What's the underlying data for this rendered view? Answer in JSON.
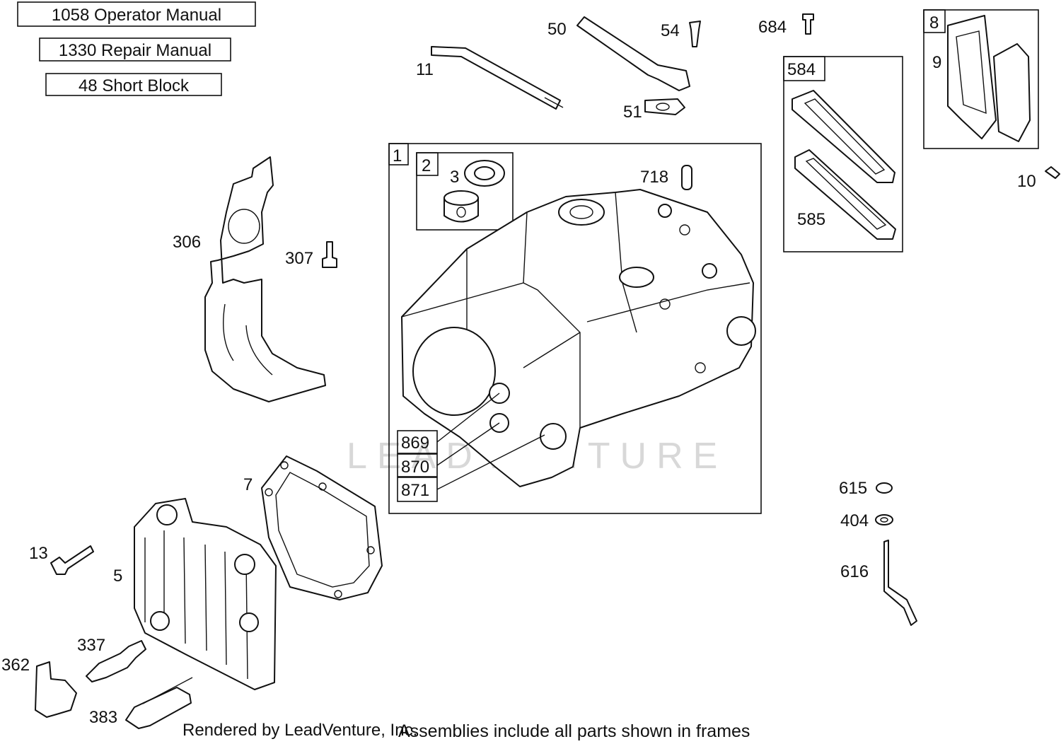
{
  "manuals": {
    "operator": "1058  Operator Manual",
    "repair": "1330  Repair Manual",
    "short_block": "48  Short Block"
  },
  "callouts": {
    "p1": "1",
    "p2": "2",
    "p3": "3",
    "p5": "5",
    "p7": "7",
    "p8": "8",
    "p9": "9",
    "p10": "10",
    "p11": "11",
    "p13": "13",
    "p50": "50",
    "p51": "51",
    "p54": "54",
    "p306": "306",
    "p307": "307",
    "p337": "337",
    "p362": "362",
    "p383": "383",
    "p404": "404",
    "p584": "584",
    "p585": "585",
    "p615": "615",
    "p616": "616",
    "p684": "684",
    "p718": "718",
    "p869": "869",
    "p870": "870",
    "p871": "871"
  },
  "watermark": "LEADVENTURE",
  "footer": {
    "rendered_by": "Rendered by LeadVenture, Inc.",
    "note": "Assemblies include all parts shown in frames"
  }
}
